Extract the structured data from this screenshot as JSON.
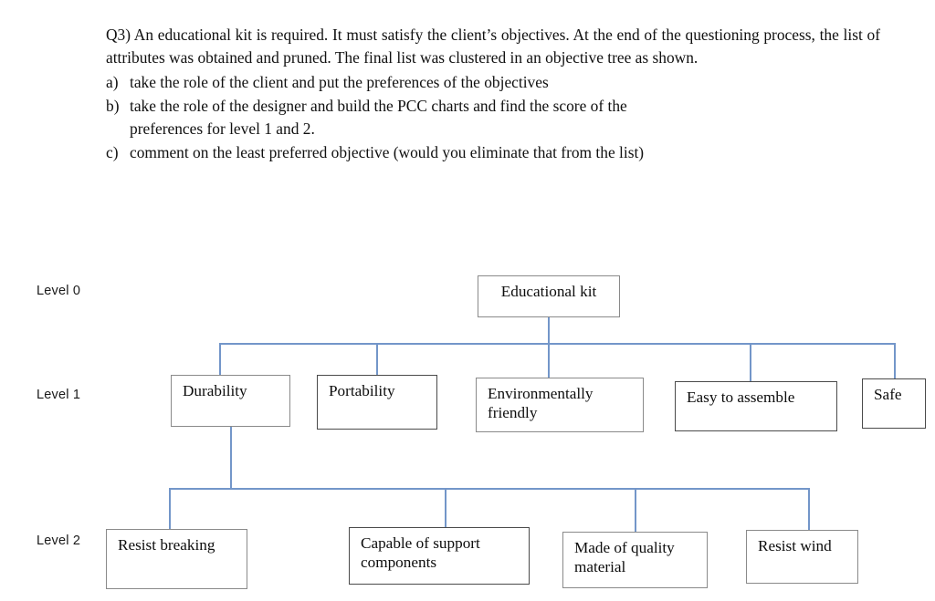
{
  "question": {
    "intro": "Q3) An educational kit is required. It must satisfy the client’s objectives. At the end of the questioning process, the list of attributes was obtained and pruned. The final list was clustered in an objective tree as shown.",
    "items": [
      {
        "marker": "a)",
        "text": "take the role of the client and put the preferences of the objectives"
      },
      {
        "marker": "b)",
        "text": "take the role of the designer and build the PCC charts and find the score of the",
        "text2": "preferences for level 1 and 2."
      },
      {
        "marker": "c)",
        "text": "comment on the least preferred objective (would you eliminate that from the list)"
      }
    ]
  },
  "diagram": {
    "line_color": "#7396c9",
    "box_border_color": "#4a4a4a",
    "levels": [
      {
        "label": "Level  0"
      },
      {
        "label": "Level 1"
      },
      {
        "label": "Level 2"
      }
    ],
    "level0": {
      "nodes": [
        {
          "label": "Educational kit"
        }
      ]
    },
    "level1": {
      "nodes": [
        {
          "label": "Durability"
        },
        {
          "label": "Portability"
        },
        {
          "label": "Environmentally friendly",
          "line1": "Environmentally",
          "line2": "friendly"
        },
        {
          "label": "Easy to assemble"
        },
        {
          "label": "Safe"
        }
      ]
    },
    "level2": {
      "parent": "Durability",
      "nodes": [
        {
          "label": "Resist breaking"
        },
        {
          "label": "Capable of support components",
          "line1": "Capable of support",
          "line2": "components"
        },
        {
          "label": "Made of quality material",
          "line1": "Made of quality",
          "line2": "material"
        },
        {
          "label": "Resist wind"
        }
      ]
    }
  }
}
